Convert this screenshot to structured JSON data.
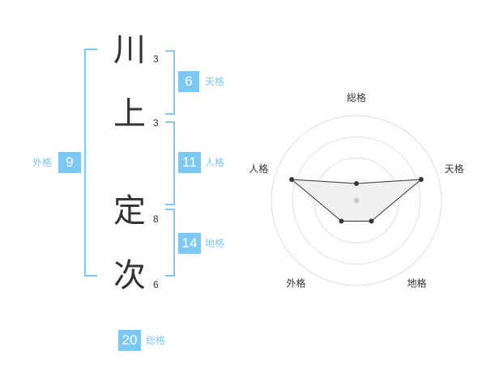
{
  "name_chars": [
    {
      "char": "川",
      "strokes": "3"
    },
    {
      "char": "上",
      "strokes": "3"
    },
    {
      "char": "定",
      "strokes": "8"
    },
    {
      "char": "次",
      "strokes": "6"
    }
  ],
  "fortunes": {
    "tenkaku": {
      "value": "6",
      "label": "天格"
    },
    "jinkaku": {
      "value": "11",
      "label": "人格"
    },
    "chikaku": {
      "value": "14",
      "label": "地格"
    },
    "gaikaku": {
      "value": "9",
      "label": "外格"
    },
    "soukaku": {
      "value": "20",
      "label": "総格"
    }
  },
  "colors": {
    "accent": "#7cc8f2",
    "text": "#333333"
  },
  "chart_data": {
    "type": "radar",
    "axes": [
      "総格",
      "天格",
      "地格",
      "外格",
      "人格"
    ],
    "values": [
      0.2,
      0.8,
      0.3,
      0.3,
      0.8
    ],
    "rings": 4
  }
}
